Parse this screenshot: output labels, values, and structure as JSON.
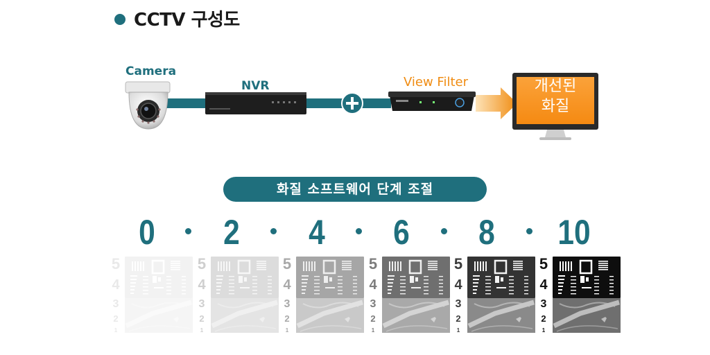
{
  "title": "CCTV 구성도",
  "diagram": {
    "camera_label": "Camera",
    "nvr_label": "NVR",
    "filter_label": "View Filter",
    "monitor_line1": "개선된",
    "monitor_line2": "화질",
    "accent_color": "#1f6f7d",
    "highlight_color": "#f7941d"
  },
  "section_label": "화질 소프트웨어 단계 조절",
  "levels": [
    "0",
    "2",
    "4",
    "6",
    "8",
    "10"
  ],
  "chart_numbers": [
    "5",
    "4",
    "3",
    "2",
    "1"
  ]
}
